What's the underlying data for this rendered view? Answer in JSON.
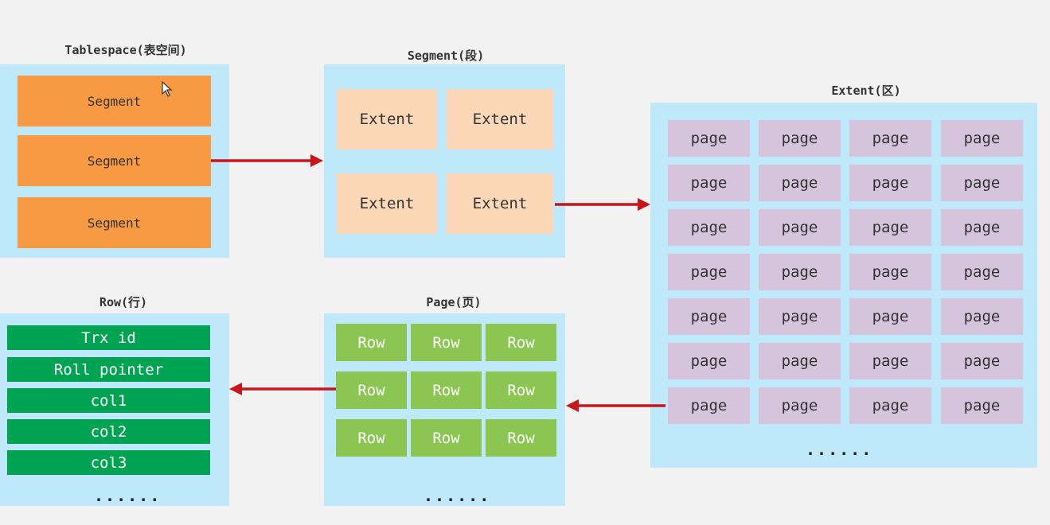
{
  "tablespace": {
    "title": "Tablespace(表空间)",
    "segments": [
      "Segment",
      "Segment",
      "Segment"
    ]
  },
  "segment": {
    "title": "Segment(段)",
    "extents": [
      "Extent",
      "Extent",
      "Extent",
      "Extent"
    ]
  },
  "extent": {
    "title": "Extent(区)",
    "page_label": "page",
    "rows": 7,
    "cols": 4,
    "ellipsis": "......"
  },
  "page": {
    "title": "Page(页)",
    "row_label": "Row",
    "rows": 3,
    "cols": 3,
    "ellipsis": "......"
  },
  "row": {
    "title": "Row(行)",
    "fields": [
      "Trx id",
      "Roll pointer",
      "col1",
      "col2",
      "col3"
    ],
    "ellipsis": "......"
  },
  "colors": {
    "background": "#f2f2f2",
    "panel": "#bfe9fb",
    "segment": "#f79a43",
    "extent": "#fcd7b8",
    "page": "#d5c4dc",
    "row": "#8cc652",
    "field": "#00a352",
    "arrow": "#c8141a"
  }
}
